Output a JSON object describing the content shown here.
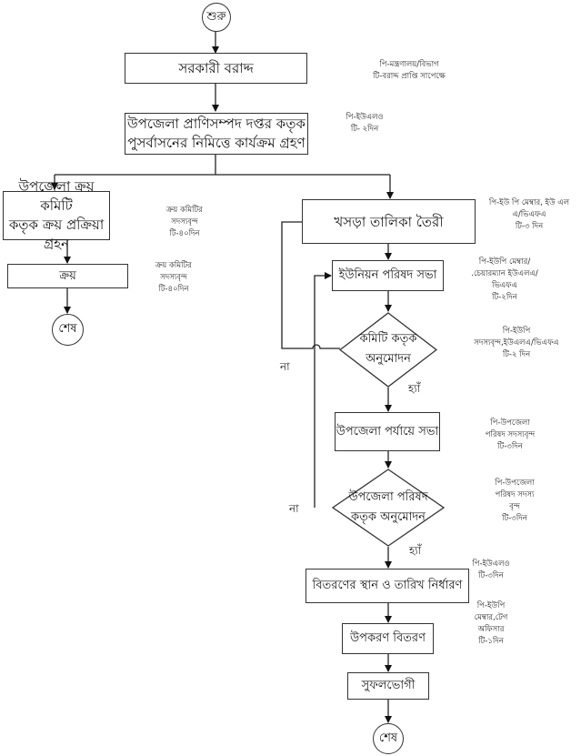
{
  "flowchart": {
    "start": "শুরু",
    "nodes": {
      "allocation": "সরকারী বরাদ্দ",
      "office_action": [
        "উপজেলা প্রাণিসম্পদ দপ্তর কতৃক",
        "পুসর্বাসনের নিমিত্তে কার্যক্রম গ্রহণ"
      ],
      "purchase_committee": [
        "উপজেলা ক্রয় কমিটি",
        "কতৃক ক্রয় প্রক্রিয়া গ্রহন"
      ],
      "purchase": "ক্রয়",
      "draft_list": "খসড়া তালিকা তৈরী",
      "union_meeting": "ইউনিয়ন পরিষদ সভা",
      "committee_approval": [
        "কমিটি কতৃক",
        "অনুমোদন"
      ],
      "upazila_meeting": "উপজেলা পর্যায়ে সভা",
      "upazila_approval": [
        "উপজেলা পরিষদ",
        "কতৃক অনুমোদন"
      ],
      "venue_date": "বিতরণের স্থান ও তারিখ নির্ধারণ",
      "distribution": "উপকরণ বিতরণ",
      "beneficiary": "সুফলভোগী"
    },
    "end_left": "শেষ",
    "end_right": "শেষ",
    "yes_label": "হ্যাঁ",
    "no_label": "না",
    "notes": {
      "allocation": [
        "পি-মন্ত্রণালয়/বিভাগ",
        "টি-বরাদ্দ প্রাপ্তি সাপেক্ষে"
      ],
      "office_action": [
        "পি-ইউএলও",
        "টি- ২দিন"
      ],
      "purchase_committee": [
        "ক্রয় কমিটির",
        "সদস্যবৃন্দ",
        "টি-৪০দিন"
      ],
      "purchase": [
        "ক্রয় কমিটির",
        "সদস্যবৃন্দ",
        "টি-৪০দিন"
      ],
      "draft_list": [
        "পি-ইউ পি মেম্বার, ইউ এল",
        "এ/ভিএফএ",
        "টি-৩ দিন"
      ],
      "union_meeting": [
        "পি-ইউপি মেম্বার/",
        ".চেয়ারম্যান ইউএলএ/",
        "ভিএফএ",
        "টি-২দিন"
      ],
      "committee_approval": [
        "পি-ইউপি",
        "সদস্যবৃন্দ,ইউএলএ/ভিএফএ",
        "টি-২ দিন"
      ],
      "upazila_meeting": [
        "পি-উপজেলা",
        "পরিষদ সদস্যবৃন্দ",
        "টি-৩দিন"
      ],
      "upazila_approval": [
        "পি-উপজেলা",
        "পরিষদ সদস্য",
        "বৃন্দ",
        "টি-৩দিন"
      ],
      "venue_date": [
        "পি-ইউএলও",
        "টি-৩দিন"
      ],
      "distribution": [
        "পি-ইউপি",
        "মেম্বার,টেগ",
        "অফিসার",
        "টি-১দিন"
      ]
    }
  }
}
